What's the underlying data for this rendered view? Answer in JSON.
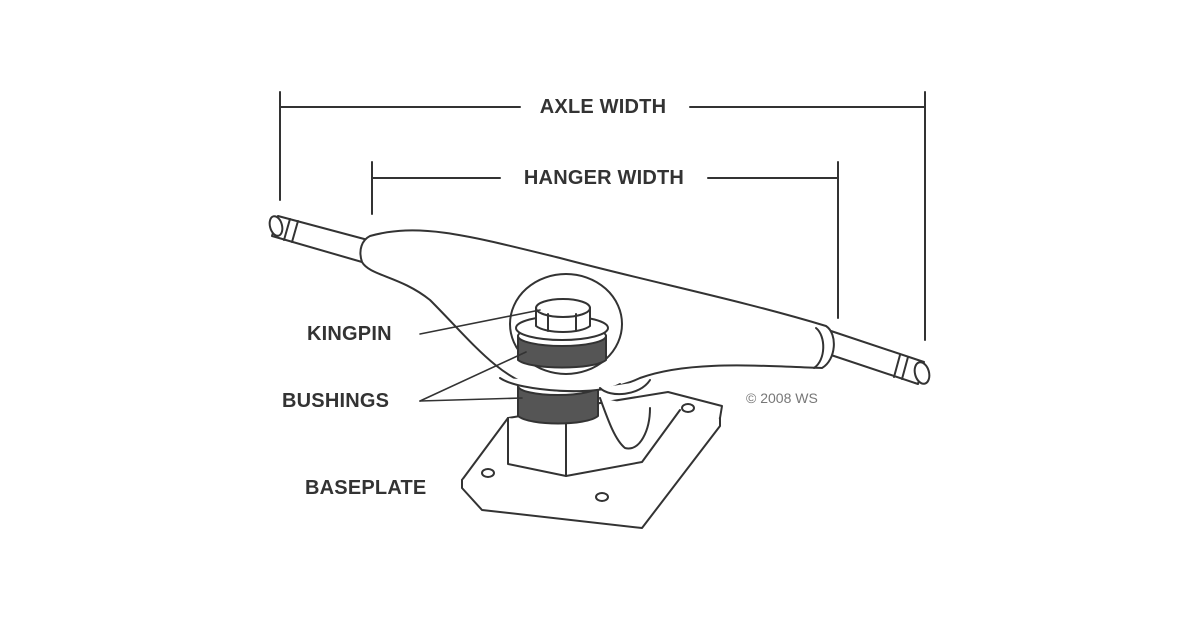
{
  "labels": {
    "axle_width": "AXLE WIDTH",
    "hanger_width": "HANGER WIDTH",
    "kingpin": "KINGPIN",
    "bushings": "BUSHINGS",
    "baseplate": "BASEPLATE"
  },
  "copyright": "© 2008 WS",
  "colors": {
    "line": "#333333",
    "fill": "#ffffff",
    "bushing": "#555555",
    "text": "#333333",
    "muted": "#777777"
  }
}
